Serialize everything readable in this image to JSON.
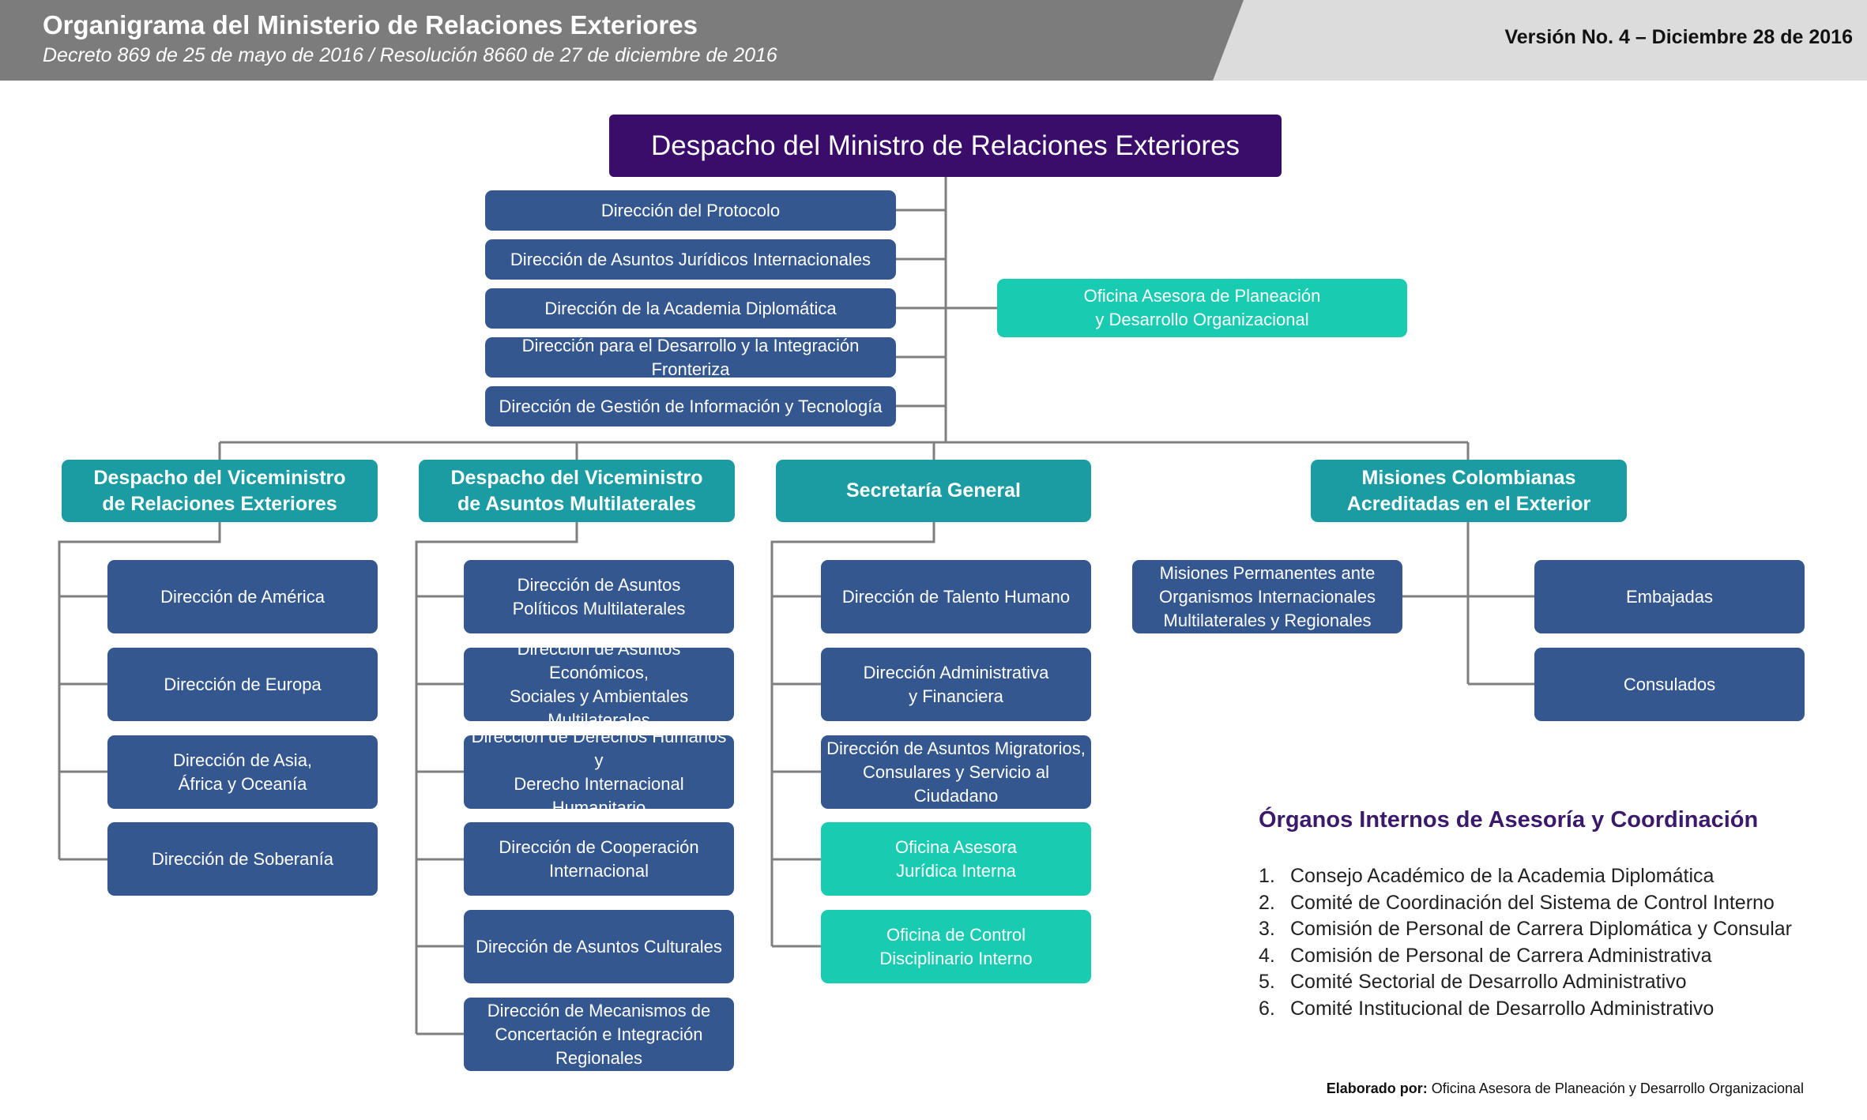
{
  "header": {
    "title": "Organigrama del Ministerio de Relaciones Exteriores",
    "subtitle": "Decreto 869 de 25 de mayo de 2016 / Resolución 8660 de 27 de diciembre de 2016",
    "version": "Versión No. 4 – Diciembre 28 de 2016"
  },
  "colors": {
    "header_dark": "#7c7c7c",
    "header_light": "#dcdcdc",
    "minister": "#3b0d6b",
    "direction": "#34578f",
    "vice_office": "#1b9ca2",
    "advisory_office": "#19ccb1",
    "connector": "#7f7f7f"
  },
  "minister": {
    "label": "Despacho del Ministro de Relaciones Exteriores"
  },
  "minister_directions": [
    "Dirección del Protocolo",
    "Dirección de Asuntos Jurídicos Internacionales",
    "Dirección de la Academia Diplomática",
    "Dirección para el Desarrollo y la Integración Fronteriza",
    "Dirección de Gestión de Información y Tecnología"
  ],
  "planning_office": [
    "Oficina Asesora de Planeación",
    "y Desarrollo Organizacional"
  ],
  "branches": [
    {
      "title": [
        "Despacho del Viceministro",
        "de Relaciones Exteriores"
      ],
      "units": [
        [
          "Dirección de América"
        ],
        [
          "Dirección de Europa"
        ],
        [
          "Dirección de Asia,",
          "África y Oceanía"
        ],
        [
          "Dirección de Soberanía"
        ]
      ]
    },
    {
      "title": [
        "Despacho del Viceministro",
        "de Asuntos Multilaterales"
      ],
      "units": [
        [
          "Dirección de Asuntos",
          "Políticos Multilaterales"
        ],
        [
          "Dirección de Asuntos Económicos,",
          "Sociales y Ambientales",
          "Multilaterales"
        ],
        [
          "Dirección de Derechos Humanos y",
          "Derecho Internacional Humanitario"
        ],
        [
          "Dirección de Cooperación",
          "Internacional"
        ],
        [
          "Dirección de Asuntos Culturales"
        ],
        [
          "Dirección de Mecanismos de",
          "Concertación e Integración",
          "Regionales"
        ]
      ]
    },
    {
      "title": [
        "Secretaría General"
      ],
      "units": [
        [
          "Dirección de Talento Humano"
        ],
        [
          "Dirección Administrativa",
          "y Financiera"
        ],
        [
          "Dirección de Asuntos Migratorios,",
          "Consulares y Servicio al Ciudadano"
        ],
        [
          "Oficina Asesora",
          "Jurídica Interna"
        ],
        [
          "Oficina de Control",
          "Disciplinario Interno"
        ]
      ]
    },
    {
      "title": [
        "Misiones Colombianas",
        "Acreditadas en el Exterior"
      ],
      "units": [
        [
          "Misiones Permanentes ante",
          "Organismos Internacionales",
          "Multilaterales y Regionales"
        ],
        [
          "Embajadas"
        ],
        [
          "Consulados"
        ]
      ]
    }
  ],
  "organos": {
    "title": "Órganos Internos de Asesoría y Coordinación",
    "items": [
      "Consejo Académico de la Academia Diplomática",
      "Comité de Coordinación del Sistema de Control Interno",
      "Comisión de Personal de Carrera Diplomática y Consular",
      "Comisión de Personal de Carrera Administrativa",
      "Comité Sectorial de Desarrollo Administrativo",
      "Comité Institucional de Desarrollo Administrativo"
    ]
  },
  "footer": {
    "label": "Elaborado por:",
    "value": "Oficina Asesora de Planeación y Desarrollo Organizacional"
  }
}
